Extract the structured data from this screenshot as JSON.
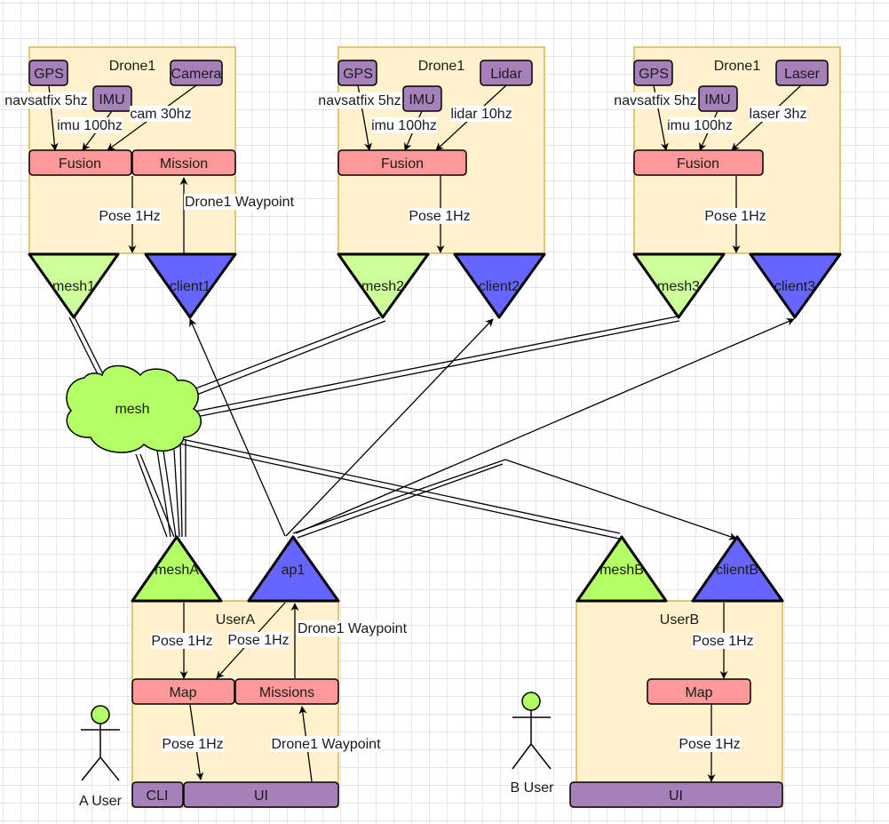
{
  "diagram": {
    "colors": {
      "container_fill": "#fff2cc",
      "container_stroke": "#d6b656",
      "sensor_fill": "#a680b8",
      "process_fill": "#ff9999",
      "mesh_node_fill": "#ccff99",
      "mesh_node_fill_user": "#b3ff66",
      "client_node_fill": "#6666ff",
      "cloud_fill": "#b3ff66",
      "actor_head_fill": "#b3ff66"
    },
    "drones": [
      {
        "title": "Drone1",
        "sensors": [
          "GPS",
          "IMU",
          "Camera"
        ],
        "edges": [
          "navsatfix 5hz",
          "imu 100hz",
          "cam 30hz"
        ],
        "processes": [
          "Fusion",
          "Mission"
        ],
        "pose_label": "Pose 1Hz",
        "waypoint_label": "Drone1 Waypoint",
        "mesh_node": "mesh1",
        "client_node": "client1"
      },
      {
        "title": "Drone1",
        "sensors": [
          "GPS",
          "IMU",
          "Lidar"
        ],
        "edges": [
          "navsatfix 5hz",
          "imu 100hz",
          "lidar 10hz"
        ],
        "processes": [
          "Fusion"
        ],
        "pose_label": "Pose 1Hz",
        "mesh_node": "mesh2",
        "client_node": "client2"
      },
      {
        "title": "Drone1",
        "sensors": [
          "GPS",
          "IMU",
          "Laser"
        ],
        "edges": [
          "navsatfix 5hz",
          "imu 100hz",
          "laser 3hz"
        ],
        "processes": [
          "Fusion"
        ],
        "pose_label": "Pose 1Hz",
        "mesh_node": "mesh3",
        "client_node": "client3"
      }
    ],
    "cloud": {
      "label": "mesh"
    },
    "userA": {
      "title": "UserA",
      "mesh_node": "meshA",
      "ap_node": "ap1",
      "processes": [
        "Map",
        "Missions"
      ],
      "interfaces": [
        "CLI",
        "UI"
      ],
      "edge_pose_mesh": "Pose 1Hz",
      "edge_pose_ap": "Pose 1Hz",
      "edge_waypoint_up": "Drone1 Waypoint",
      "edge_pose_ui": "Pose 1Hz",
      "edge_waypoint_ui": "Drone1 Waypoint",
      "actor": "A User"
    },
    "userB": {
      "title": "UserB",
      "mesh_node": "meshB",
      "client_node": "clientB",
      "processes": [
        "Map"
      ],
      "interfaces": [
        "UI"
      ],
      "edge_pose_client": "Pose 1Hz",
      "edge_pose_ui": "Pose 1Hz",
      "actor": "B User"
    }
  }
}
